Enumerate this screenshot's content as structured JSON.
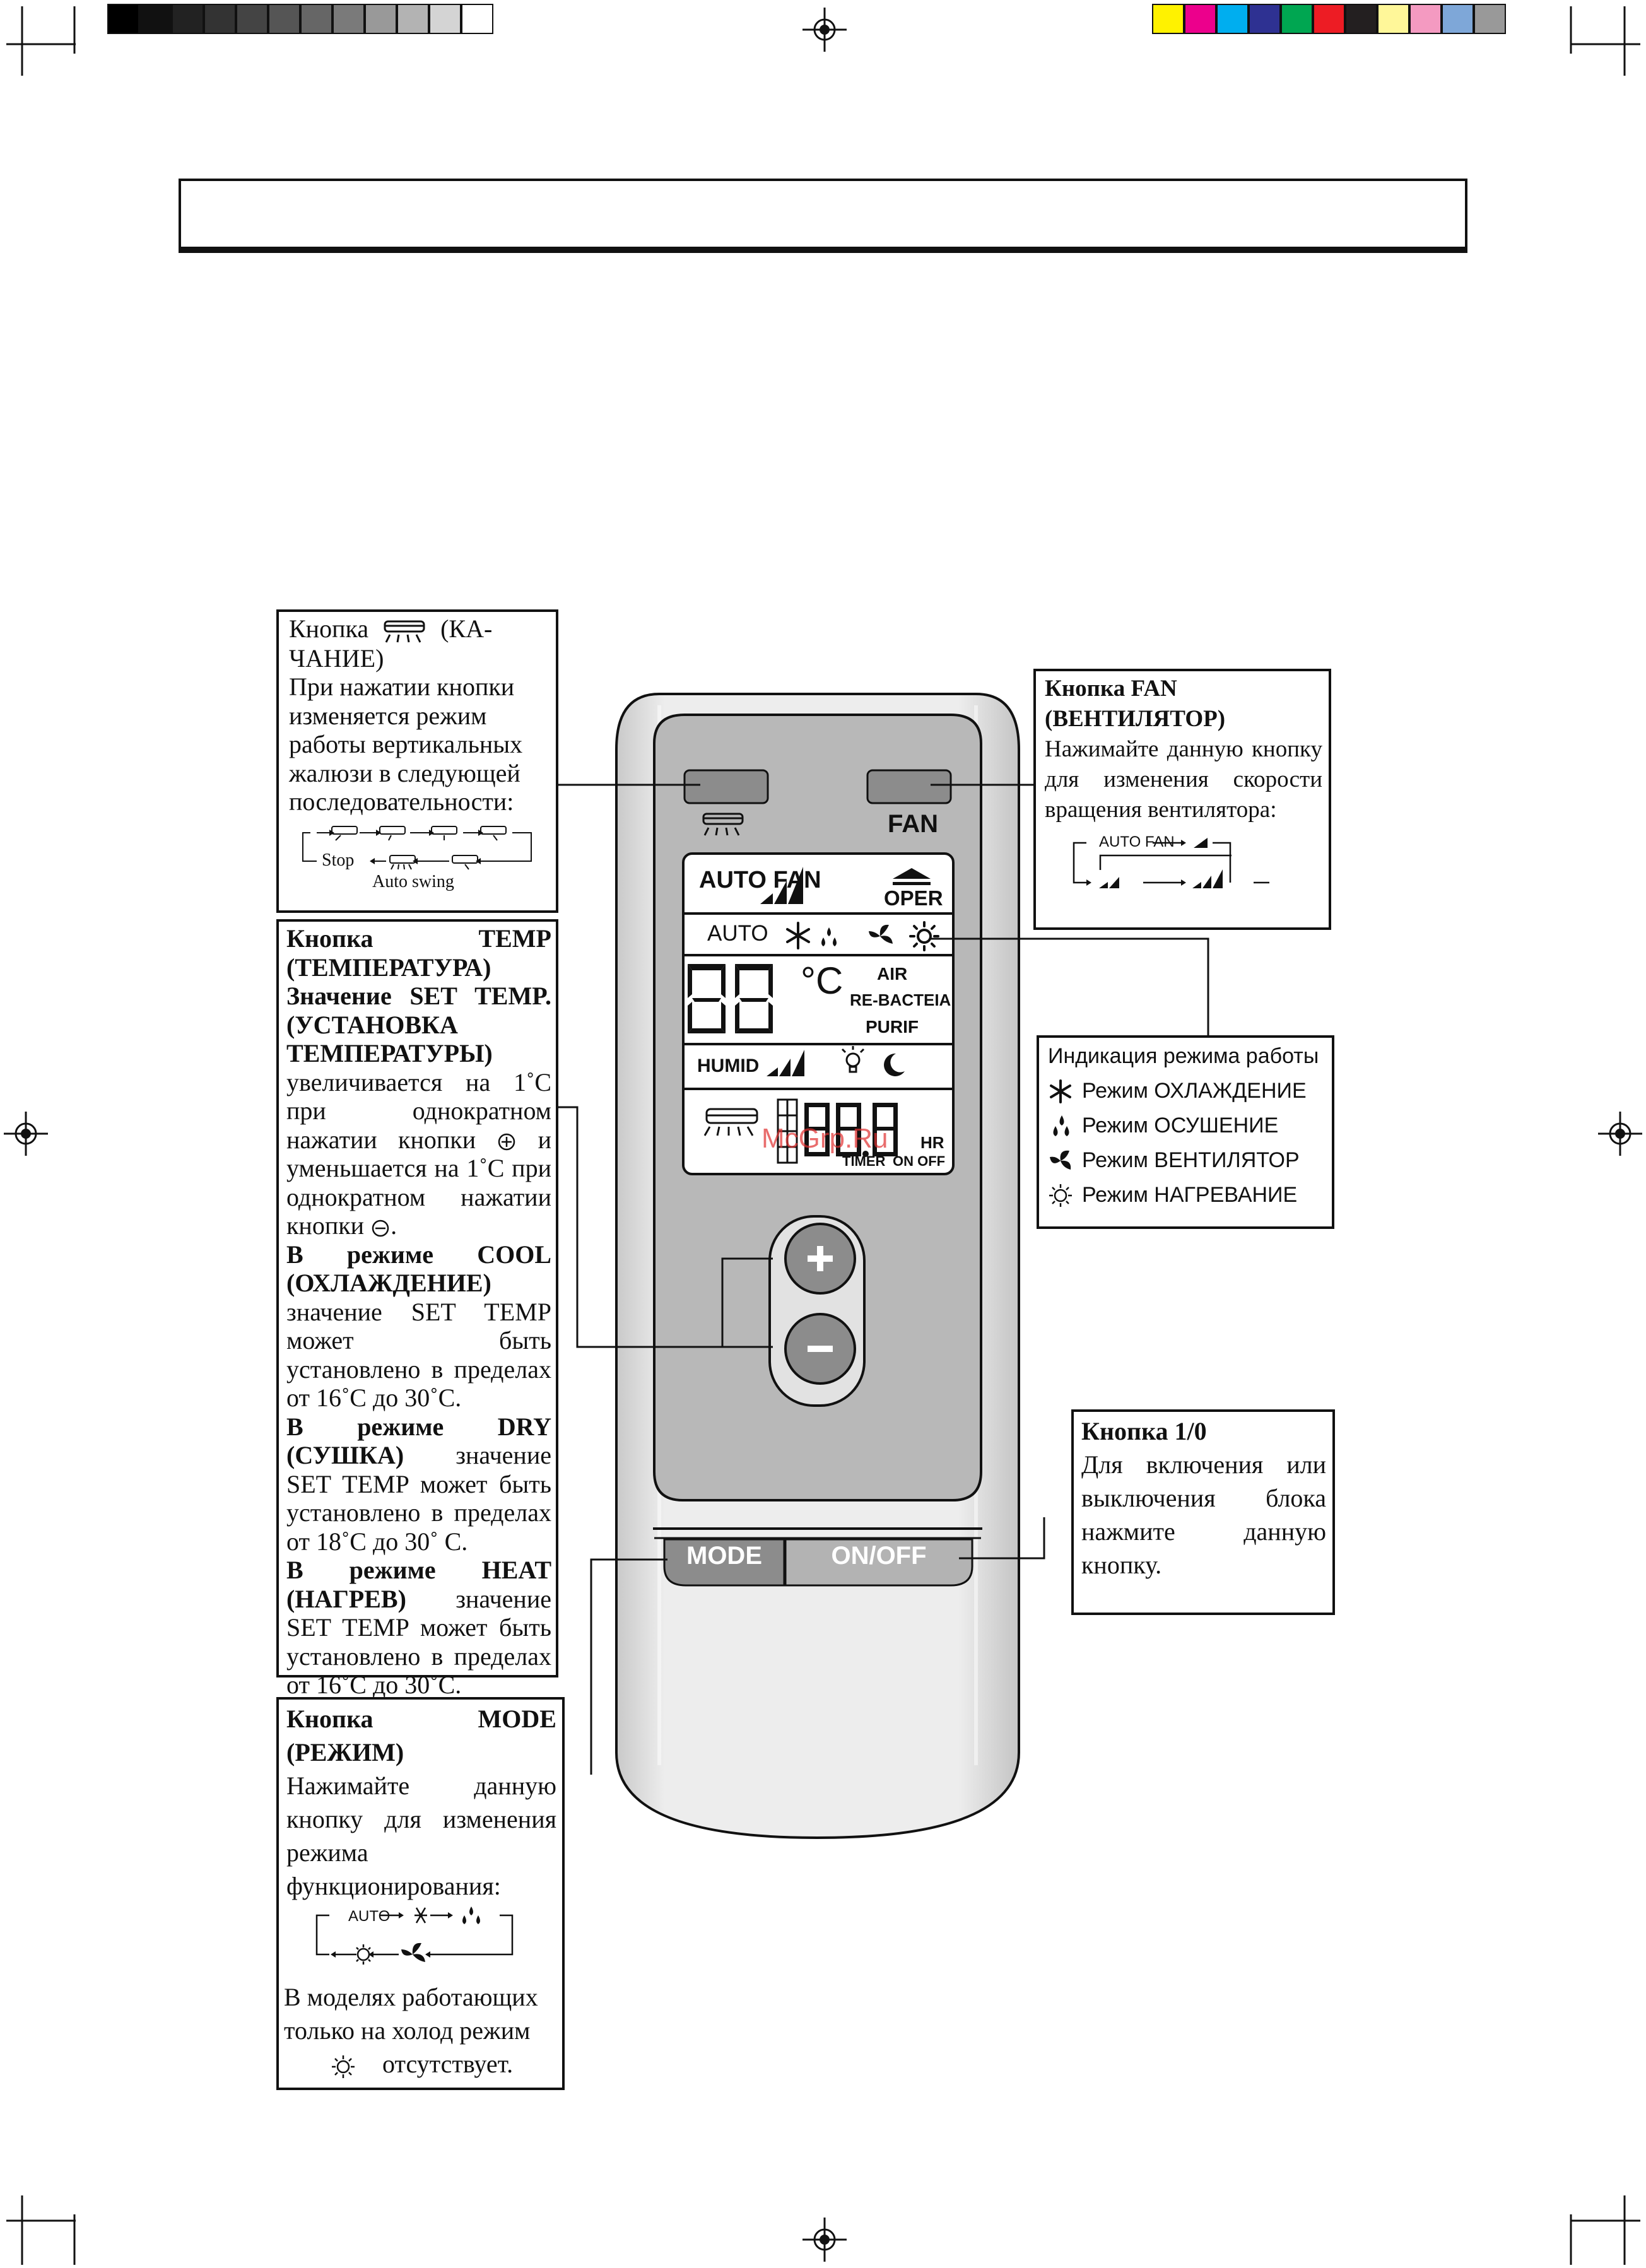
{
  "swing_box": {
    "title": "Кнопка",
    "title_suffix": "(КА-ЧАНИЕ)",
    "body": "При нажатии кнопки изменяется режим работы вертикальных жалюзи в следующей последовательности:",
    "stop_label": "Stop",
    "auto_swing_label": "Auto swing"
  },
  "temp_box": {
    "title": "Кнопка TEMP (ТЕМПЕРАТУРА)",
    "set_temp": "Значение SET TEMP. (УСТАНОВКА ТЕМПЕРАТУРЫ)",
    "p1": "увеличивается на 1˚С при однократном нажатии кнопки",
    "p1b": "и уменьшается на 1˚С при однократном нажатии кнопки",
    "cool_mode": "В режиме COOL (ОХЛАЖДЕНИЕ)",
    "cool_text": "значение SET TEMP может быть установлено в пределах от 16˚С до 30˚С.",
    "dry_mode": "В режиме DRY (СУШКА)",
    "dry_text": "значение SET TEMP может быть установлено в пределах от 18˚С до 30˚ С.",
    "heat_mode": "В режиме HEAT (НАГРЕВ)",
    "heat_text": "значение SET TEMP может быть установлено в пределах от 16˚С до 30˚С."
  },
  "mode_box": {
    "title": "Кнопка MODE (РЕЖИМ)",
    "body": "Нажимайте данную кнопку для изменения режима функционирования:",
    "auto_label": "AUTO",
    "note_1": "В моделях работающих только на холод режим",
    "note_2": "отсутствует."
  },
  "fan_box": {
    "title": "Кнопка FAN (ВЕНТИЛЯТОР)",
    "body": "Нажимайте данную кнопку для изменения скорости вращения вентилятора:",
    "auto_fan_label": "AUTO FAN"
  },
  "mode_indication_box": {
    "title": "Индикация режима работы",
    "items": [
      "Режим ОХЛАЖДЕНИЕ",
      "Режим ОСУШЕНИЕ",
      "Режим ВЕНТИЛЯТОР",
      "Режим НАГРЕВАНИЕ"
    ]
  },
  "onoff_box": {
    "title": "Кнопка 1/0",
    "body": "Для включения или выключения блока нажмите данную кнопку."
  },
  "remote": {
    "fan_label": "FAN",
    "mode_button": "MODE",
    "onoff_button": "ON/OFF",
    "lcd": {
      "auto_fan": "AUTO FAN",
      "oper": "OPER",
      "auto": "AUTO",
      "digits": "88",
      "celsius": "°C",
      "air": "AIR",
      "re_bacteia": "RE-BACTEIA",
      "purif": "PURIF",
      "humid": "HUMID",
      "timer_digits": "88.8",
      "hr": "HR",
      "timer": "TIMER",
      "on_off": "ON OFF"
    },
    "watermark": "McGrp.Ru"
  },
  "colors": {
    "remote_body": "#e2e2e2",
    "remote_panel": "#b8b8b8",
    "button_gray": "#8c8c8c",
    "swatches_left": [
      "#000000",
      "#111111",
      "#222222",
      "#333333",
      "#444444",
      "#555555",
      "#666666",
      "#7a7a7a",
      "#999999",
      "#b3b3b3",
      "#d4d4d4",
      "#ffffff"
    ],
    "swatches_right": [
      "#fff200",
      "#ec008c",
      "#00aeef",
      "#2e3192",
      "#00a651",
      "#ed1c24",
      "#231f20",
      "#fff799",
      "#f49ac1",
      "#7ea7d8",
      "#999999"
    ]
  }
}
